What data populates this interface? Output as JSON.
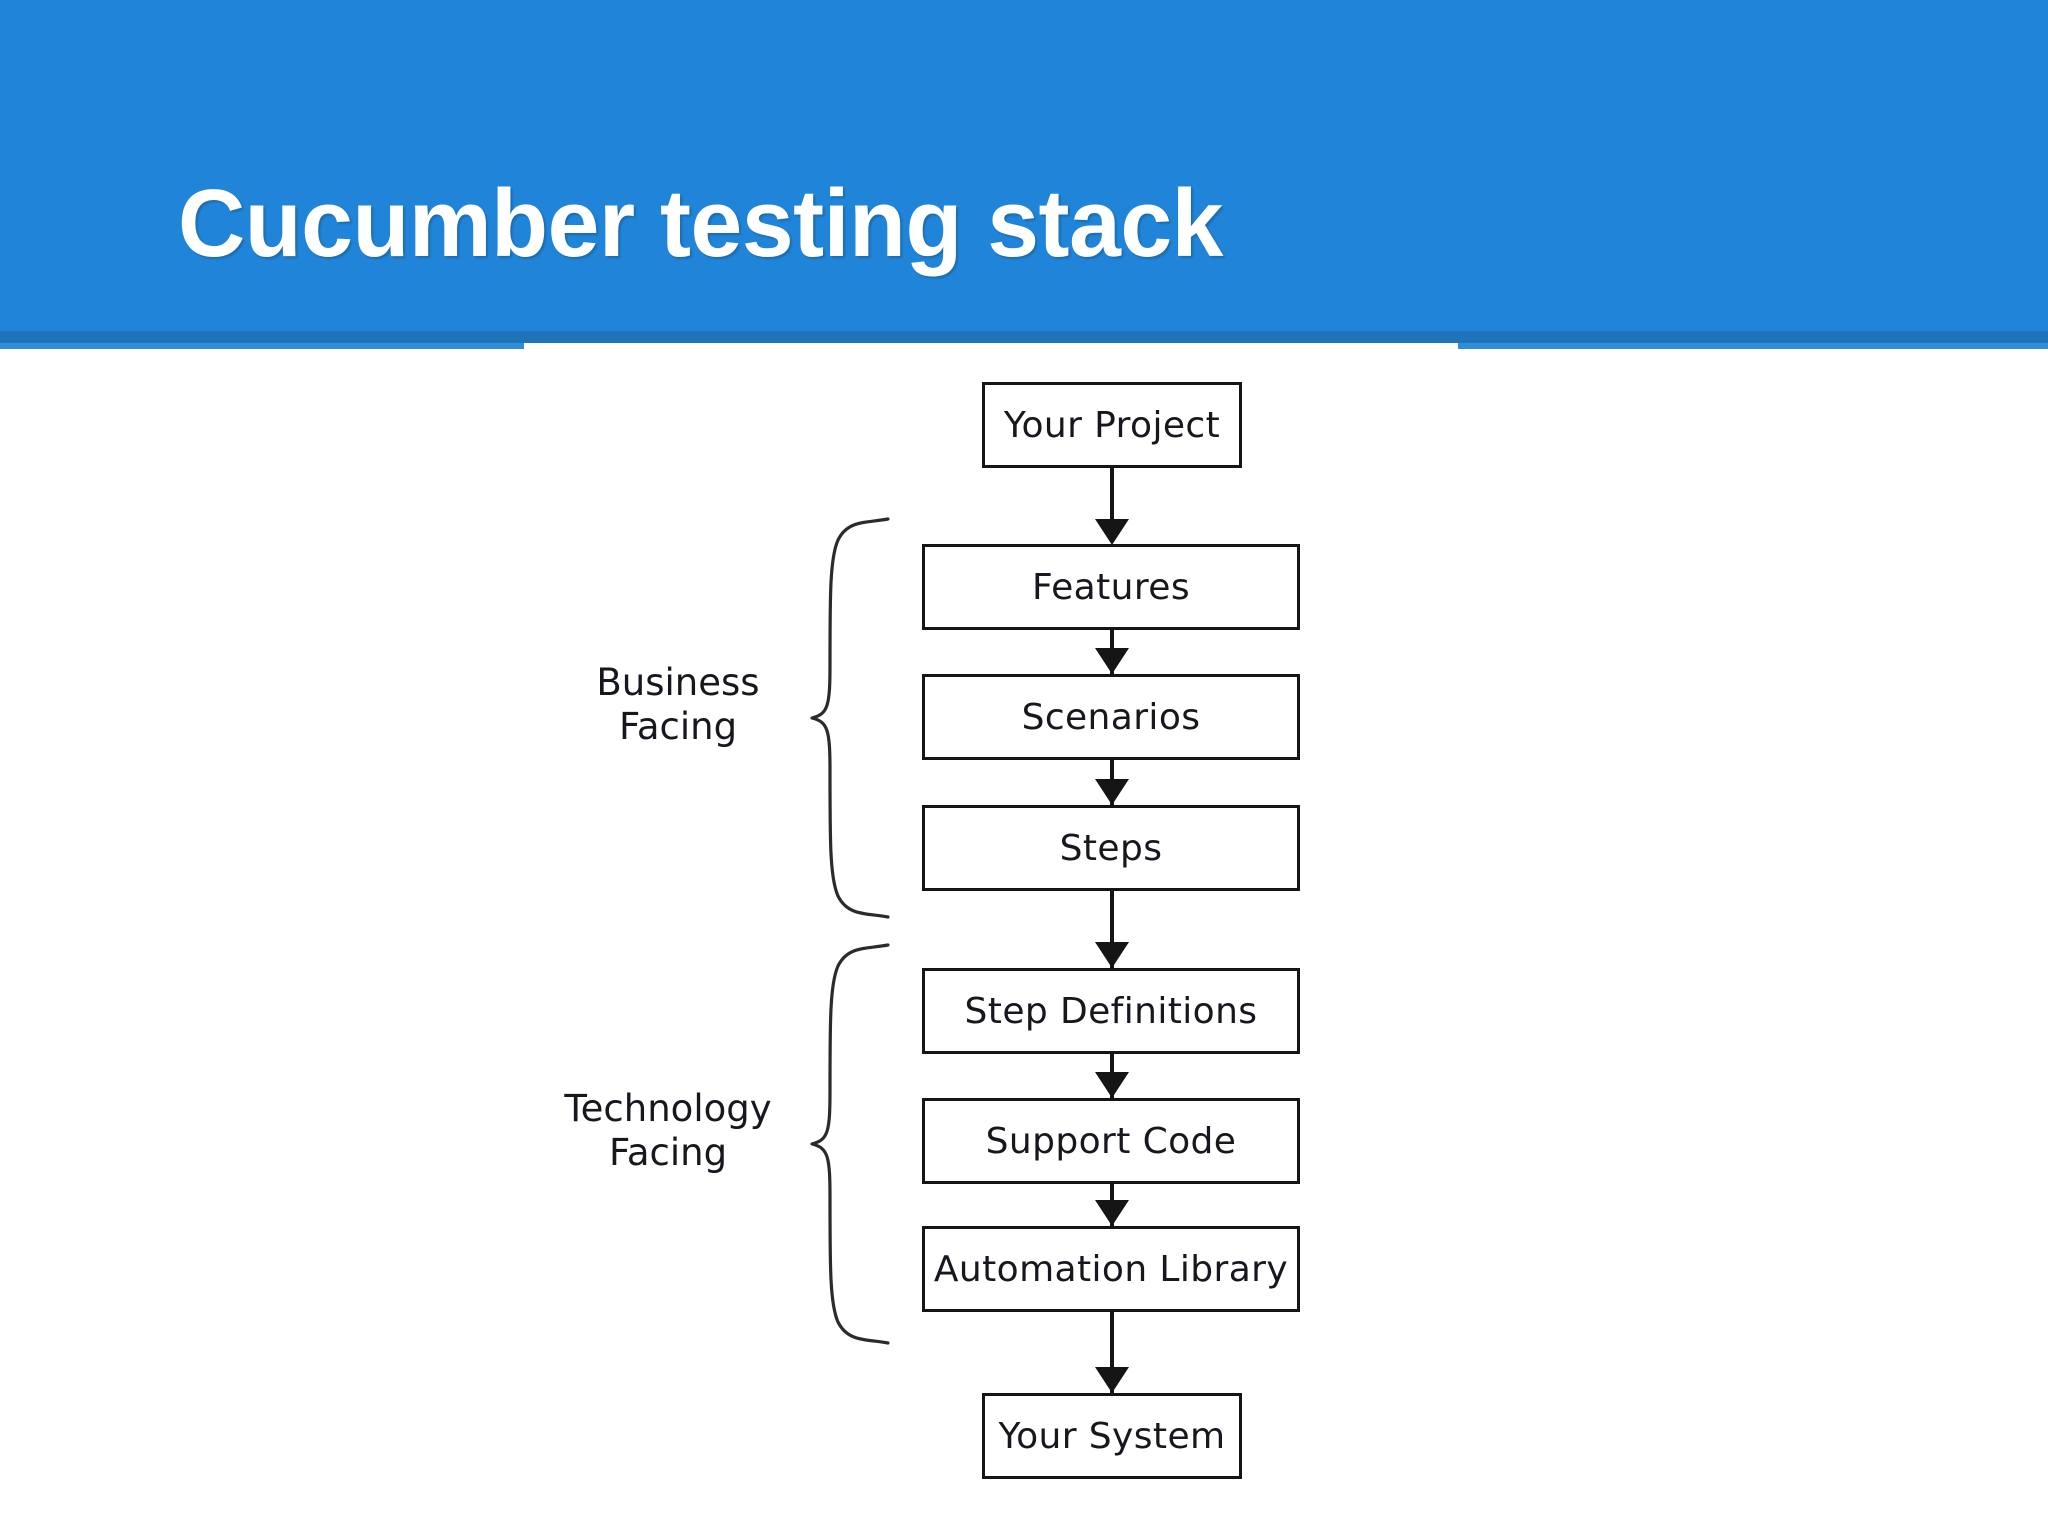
{
  "slide": {
    "title": "Cucumber testing stack",
    "background_color": "#ffffff",
    "header_color": "#2084d8",
    "header_strip_color": "#1f73b8",
    "header_underline_color": "#2e8fd8",
    "title_color": "#ffffff"
  },
  "diagram": {
    "type": "flowchart",
    "orientation": "top-to-bottom",
    "line_color": "#151515",
    "text_color": "#17171f",
    "nodes": [
      {
        "id": "your-project",
        "label": "Your Project",
        "width": "narrow"
      },
      {
        "id": "features",
        "label": "Features",
        "width": "wide"
      },
      {
        "id": "scenarios",
        "label": "Scenarios",
        "width": "wide"
      },
      {
        "id": "steps",
        "label": "Steps",
        "width": "wide"
      },
      {
        "id": "step-definitions",
        "label": "Step Definitions",
        "width": "wide"
      },
      {
        "id": "support-code",
        "label": "Support Code",
        "width": "wide"
      },
      {
        "id": "automation-library",
        "label": "Automation Library",
        "width": "wide"
      },
      {
        "id": "your-system",
        "label": "Your System",
        "width": "narrow"
      }
    ],
    "edges": [
      {
        "from": "your-project",
        "to": "features"
      },
      {
        "from": "features",
        "to": "scenarios"
      },
      {
        "from": "scenarios",
        "to": "steps"
      },
      {
        "from": "steps",
        "to": "step-definitions"
      },
      {
        "from": "step-definitions",
        "to": "support-code"
      },
      {
        "from": "support-code",
        "to": "automation-library"
      },
      {
        "from": "automation-library",
        "to": "your-system"
      }
    ],
    "groups": [
      {
        "id": "business-facing",
        "label": "Business\nFacing",
        "members": [
          "features",
          "scenarios",
          "steps"
        ]
      },
      {
        "id": "technology-facing",
        "label": "Technology\nFacing",
        "members": [
          "step-definitions",
          "support-code",
          "automation-library"
        ]
      }
    ]
  }
}
